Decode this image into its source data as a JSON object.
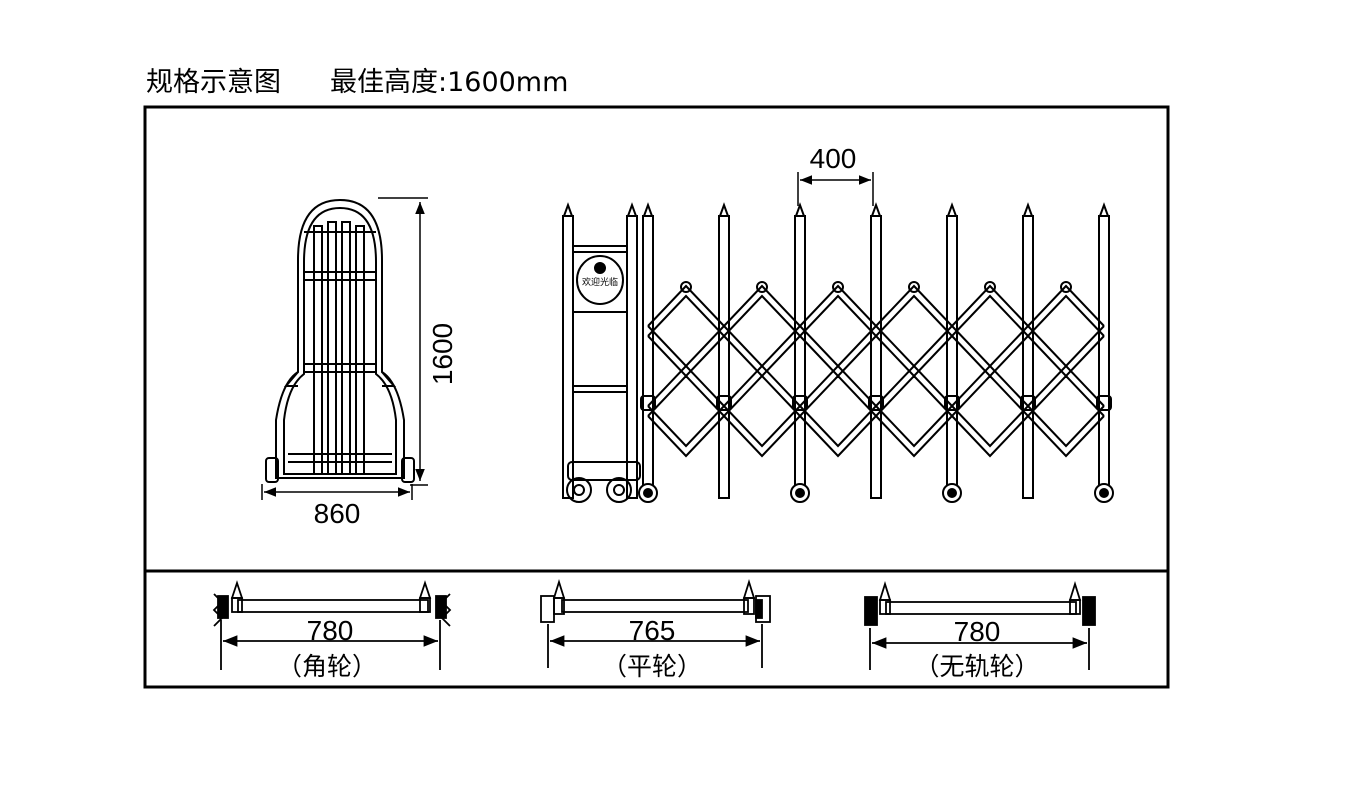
{
  "header": {
    "title": "规格示意图",
    "best_height_label": "最佳高度",
    "best_height_value": ":1600mm"
  },
  "side_view": {
    "height_dim": "1600",
    "width_dim": "860"
  },
  "front_view": {
    "spacing_dim": "400",
    "sign_text": "欢迎光临"
  },
  "wheel_types": [
    {
      "width": "780",
      "caption": "（角轮）"
    },
    {
      "width": "765",
      "caption": "（平轮）"
    },
    {
      "width": "780",
      "caption": "（无轨轮）"
    }
  ],
  "colors": {
    "line": "#000000",
    "background": "#ffffff"
  }
}
